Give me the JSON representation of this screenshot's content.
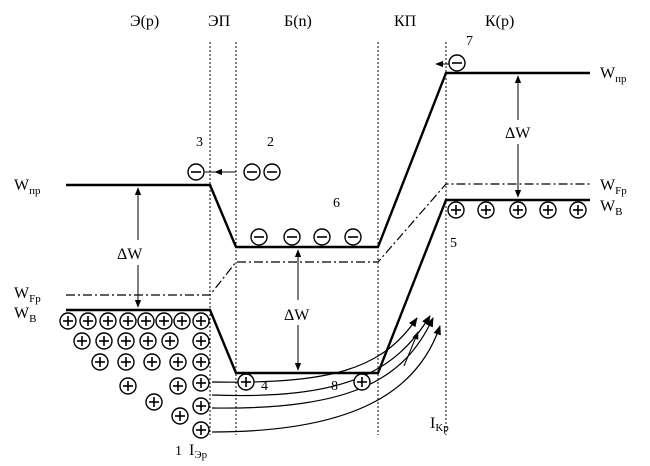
{
  "regions": {
    "emitter": "Э(р)",
    "emitter_junction": "ЭП",
    "base": "Б(n)",
    "collector_junction": "КП",
    "collector": "К(р)"
  },
  "levels": {
    "conduction_left": {
      "main": "W",
      "sub": "пр"
    },
    "conduction_right": {
      "main": "W",
      "sub": "пр"
    },
    "fermi_left": {
      "main": "W",
      "sub": "Fр"
    },
    "fermi_right": {
      "main": "W",
      "sub": "Fр"
    },
    "valence_left": {
      "main": "W",
      "sub": "B"
    },
    "valence_right": {
      "main": "W",
      "sub": "B"
    }
  },
  "gaps": {
    "emitter": "ΔW",
    "base": "ΔW",
    "collector": "ΔW"
  },
  "currents": {
    "emitter": {
      "main": "I",
      "sub": "Эр"
    },
    "collector": {
      "main": "I",
      "sub": "Kр"
    }
  },
  "markers": [
    "1",
    "2",
    "3",
    "4",
    "5",
    "6",
    "7",
    "8"
  ],
  "carriers": {
    "electron_symbol": "−",
    "hole_symbol": "+"
  }
}
